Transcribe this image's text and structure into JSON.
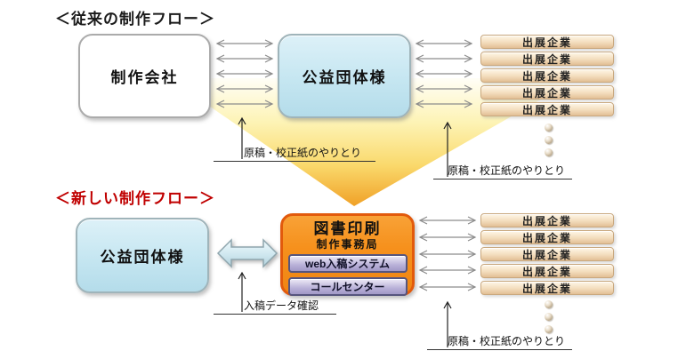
{
  "legacy_flow": {
    "title": "＜従来の制作フロー＞",
    "maker_box": "制作会社",
    "org_box": "公益団体様",
    "exhibitors": [
      "出展企業",
      "出展企業",
      "出展企業",
      "出展企業",
      "出展企業"
    ],
    "exchange_label_left": "原稿・校正紙のやりとり",
    "exchange_label_right": "原稿・校正紙のやりとり"
  },
  "new_flow": {
    "title": "＜新しい制作フロー＞",
    "org_box": "公益団体様",
    "print_office": {
      "name": "図書印刷",
      "dept": "制作事務局",
      "buttons": [
        "web入稿システム",
        "コールセンター"
      ]
    },
    "exhibitors": [
      "出展企業",
      "出展企業",
      "出展企業",
      "出展企業",
      "出展企業"
    ],
    "submit_label": "入稿データ確認",
    "exchange_label": "原稿・校正紙のやりとり"
  },
  "colors": {
    "title_red": "#c00000",
    "box_blue": "#c5e6f1",
    "office_orange": "#f6911d",
    "office_border": "#e25a0c",
    "exhibitor_beige": "#f3ddbd",
    "button_purple": "#b9b1d8",
    "funnel_top": "#fffef7",
    "funnel_bottom": "#f0a127",
    "arrow_gray": "#8c8c8c"
  }
}
